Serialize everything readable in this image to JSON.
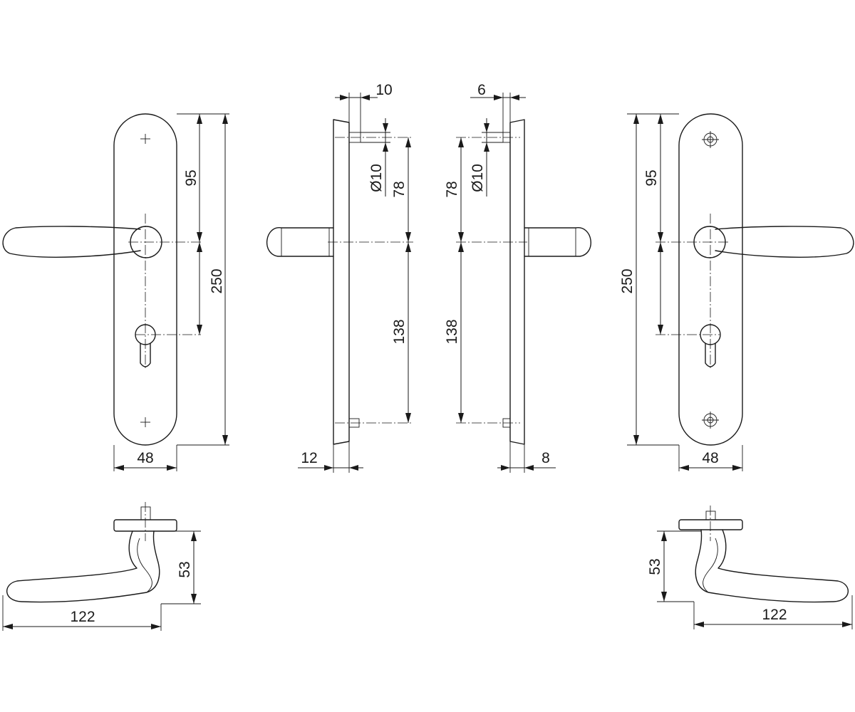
{
  "dimensions": {
    "front_left": {
      "plate_length": "250",
      "handle_to_top": "95",
      "plate_width": "48"
    },
    "side_left": {
      "hole_offset": "10",
      "pin_diameter": "Ø10",
      "upper_spacing": "78",
      "lower_spacing": "138",
      "plate_thickness": "12"
    },
    "side_right": {
      "hole_offset": "6",
      "pin_diameter": "Ø10",
      "upper_spacing": "78",
      "lower_spacing": "138",
      "plate_thickness": "8"
    },
    "front_right": {
      "plate_length": "250",
      "handle_to_top": "95",
      "plate_width": "48"
    },
    "top_left": {
      "handle_height": "53",
      "handle_length": "122"
    },
    "top_right": {
      "handle_height": "53",
      "handle_length": "122"
    }
  }
}
